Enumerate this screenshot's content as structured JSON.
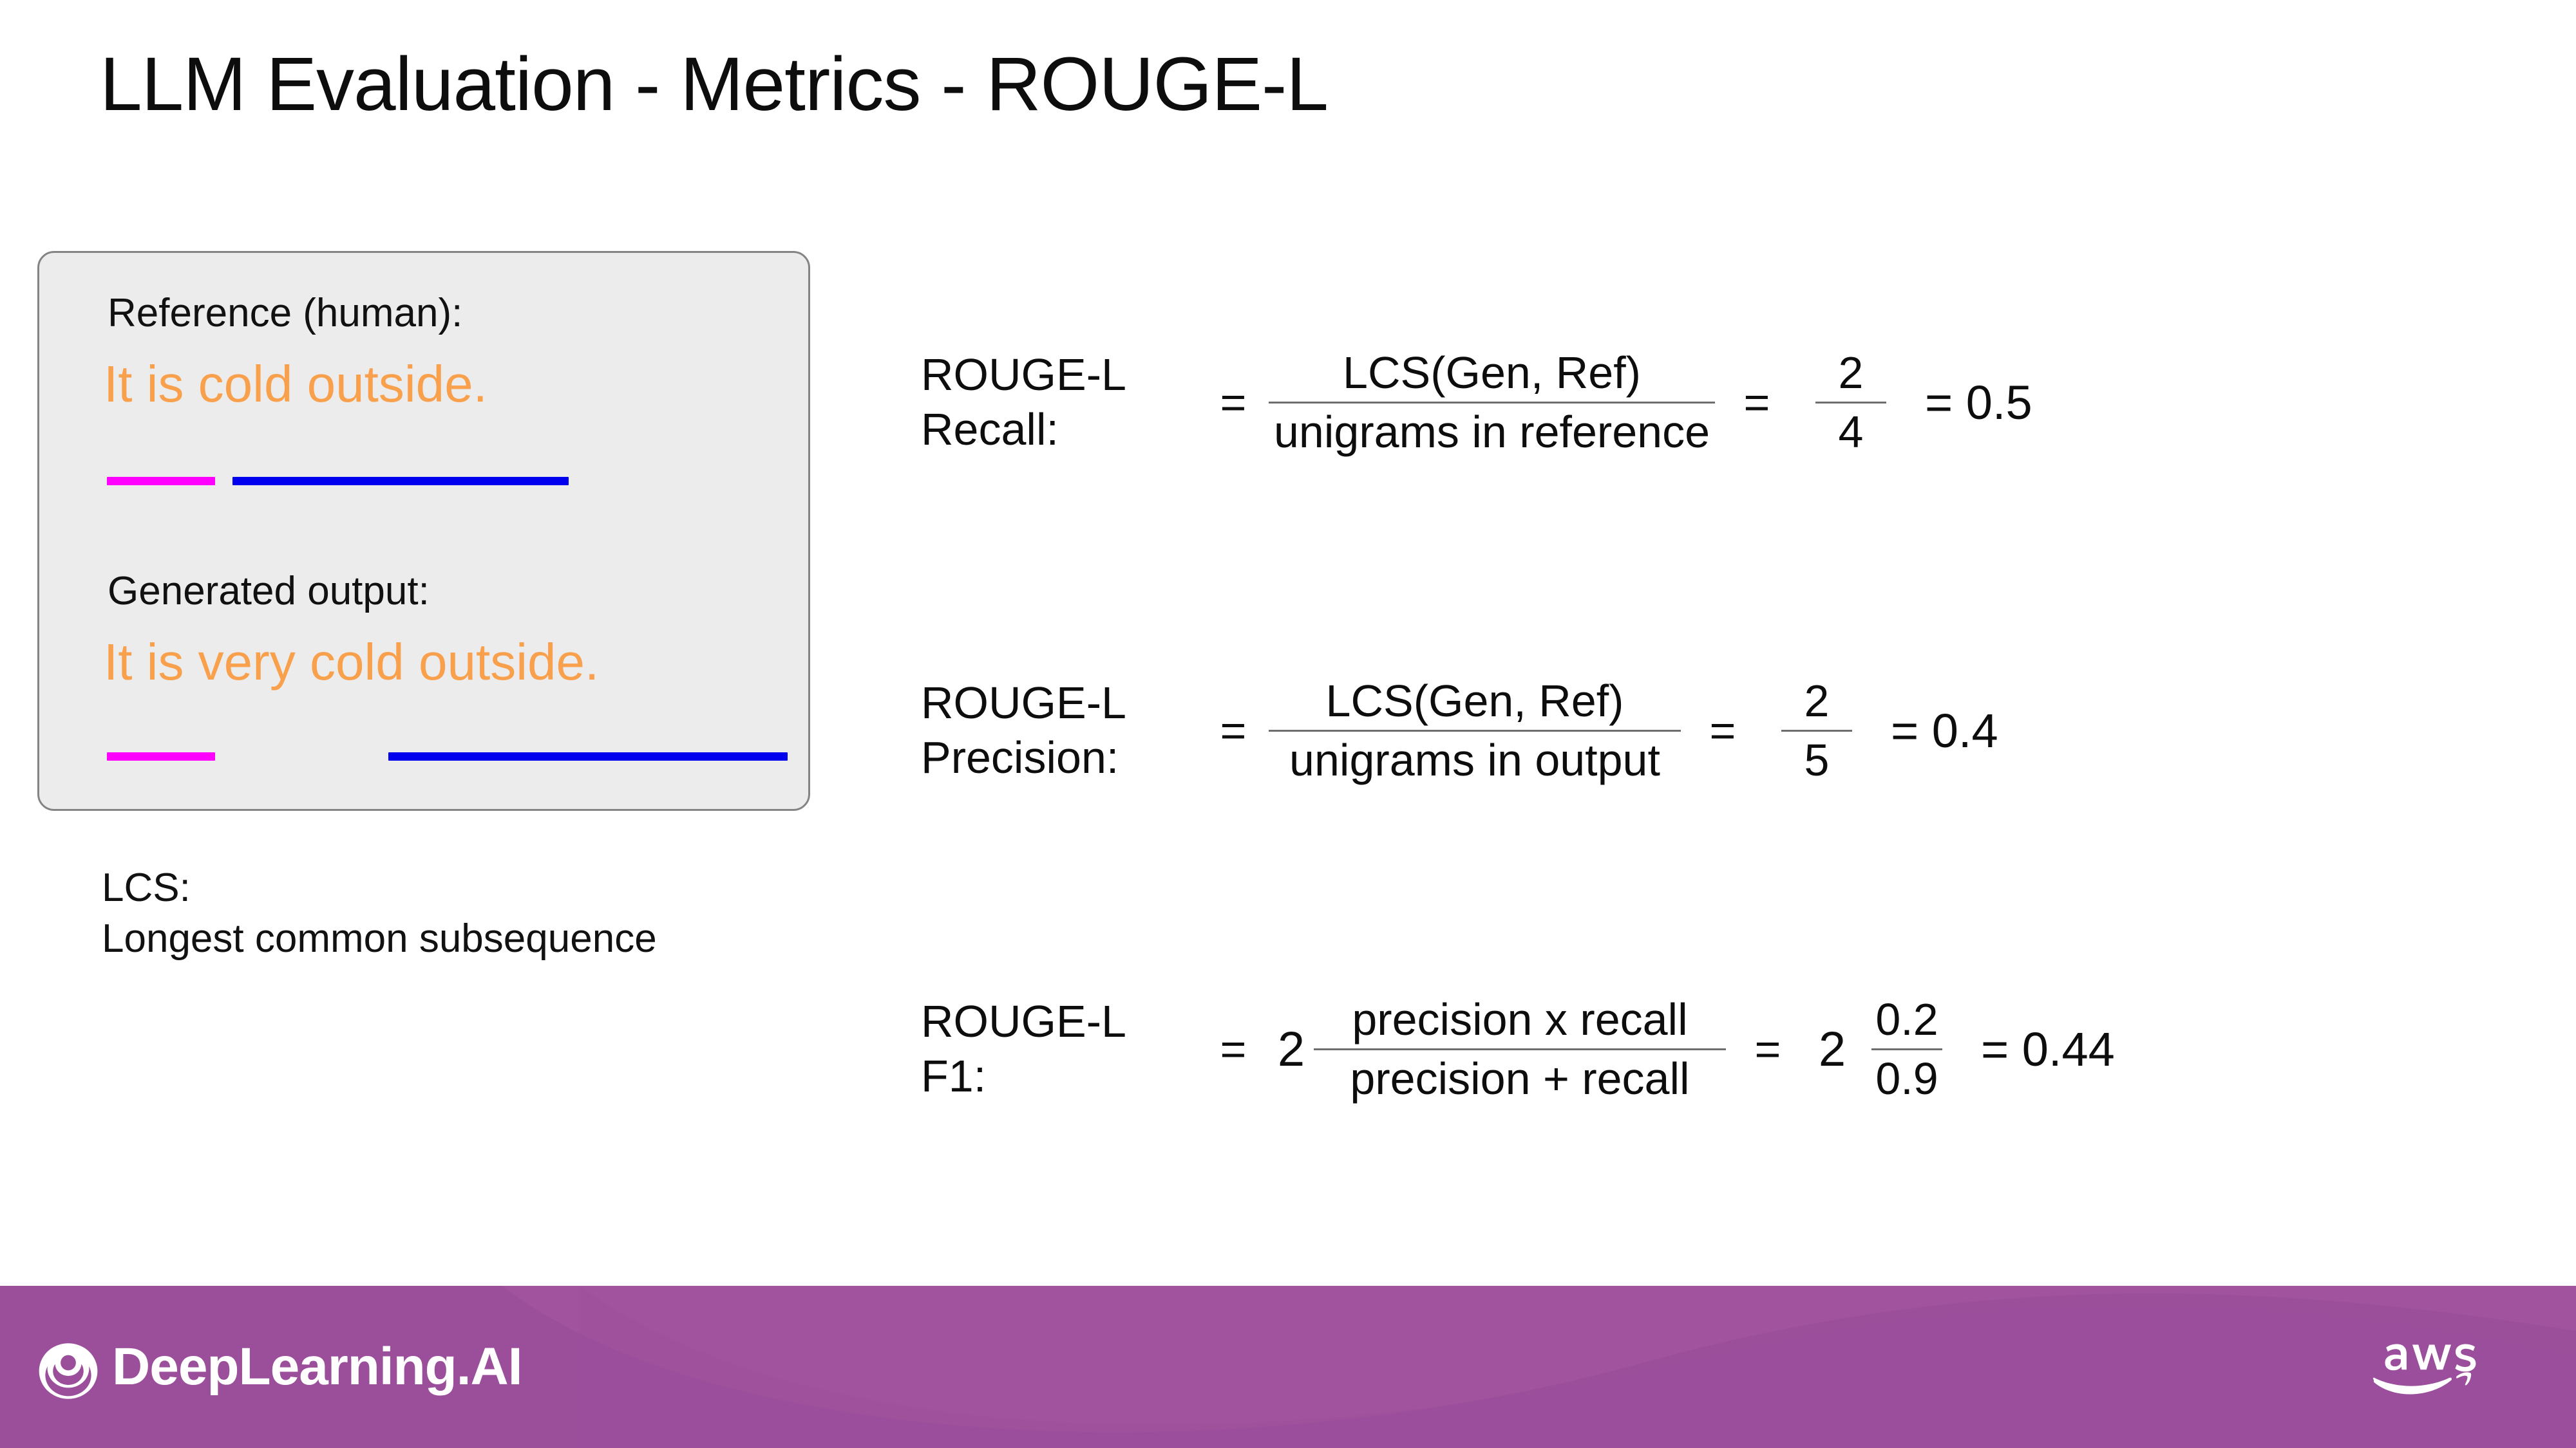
{
  "slide": {
    "title": "LLM Evaluation - Metrics - ROUGE-L",
    "accent_orange": "#F9A04D",
    "underline_magenta": "#FF00FF",
    "underline_blue": "#0000EE",
    "footer_purple": "#9B4F9B",
    "card_background": "#ECECEC"
  },
  "example_card": {
    "reference_label": "Reference (human):",
    "reference_text": "It is cold outside.",
    "generated_label": "Generated output:",
    "generated_text": "It is very cold outside.",
    "reference_highlights": [
      {
        "color": "#FF00FF",
        "covers": "It"
      },
      {
        "color": "#0000EE",
        "covers": "is cold outside."
      }
    ],
    "generated_highlights": [
      {
        "color": "#FF00FF",
        "covers": "It"
      },
      {
        "color": "#0000EE",
        "covers": "cold outside."
      }
    ]
  },
  "lcs_note": {
    "line1": "LCS:",
    "line2": "Longest common subsequence"
  },
  "formulas": [
    {
      "name_line1": "ROUGE-L",
      "name_line2": "Recall:",
      "equals_1": "=",
      "coefficient": "",
      "numerator": "LCS(Gen, Ref)",
      "denominator": "unigrams in reference",
      "equals_2": "=",
      "value_coefficient": "",
      "value_numerator": "2",
      "value_denominator": "4",
      "result": "= 0.5"
    },
    {
      "name_line1": "ROUGE-L",
      "name_line2": "Precision:",
      "equals_1": "=",
      "coefficient": "",
      "numerator": "LCS(Gen, Ref)",
      "denominator": "unigrams in output",
      "equals_2": "=",
      "value_coefficient": "",
      "value_numerator": "2",
      "value_denominator": "5",
      "result": "= 0.4"
    },
    {
      "name_line1": "ROUGE-L",
      "name_line2": "F1:",
      "equals_1": "=",
      "coefficient": "2",
      "numerator": "precision x recall",
      "denominator": "precision + recall",
      "equals_2": "=",
      "value_coefficient": "2",
      "value_numerator": "0.2",
      "value_denominator": "0.9",
      "result": "= 0.44"
    }
  ],
  "footer": {
    "deeplearning_wordmark": "DeepLearning.AI",
    "deeplearning_mark_icon": "concentric-rings-icon",
    "aws_logo_icon": "aws-smile-icon"
  }
}
